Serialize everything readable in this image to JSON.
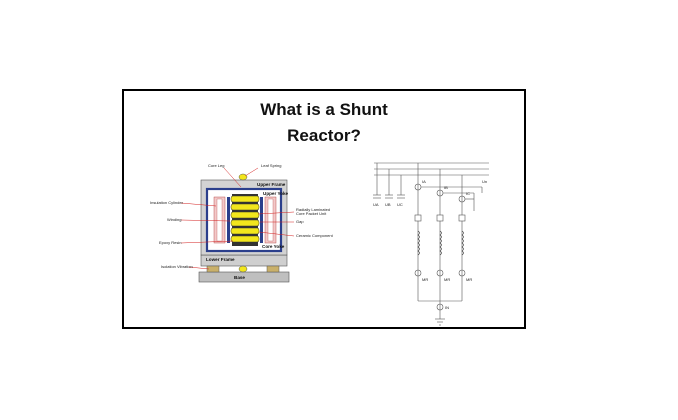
{
  "title_line1": "What is a Shunt",
  "title_line2": "Reactor?",
  "left_diagram": {
    "labels": {
      "core_leg": "Core Leg",
      "leaf_spring": "Leaf Spring",
      "upper_frame": "Upper Frame",
      "upper_yoke": "Upper Yoke",
      "insulation_cylinder": "Insulation Cylinder",
      "winding": "Winding",
      "radially_laminated_1": "Radially Laminated",
      "radially_laminated_2": "Core Packet Unit",
      "gap": "Gap",
      "epoxy_resin": "Epoxy Resin",
      "ceramic_component": "Ceramic Component",
      "core_yoke": "Core Yoke",
      "lower_frame": "Lower Frame",
      "isolation_vibration": "Isolation Vibration",
      "base": "Base"
    }
  },
  "right_diagram": {
    "labels": {
      "ua": "UA",
      "ub": "UB",
      "uc": "UC",
      "ia": "IA",
      "ib": "IB",
      "ic": "IC",
      "un": "Un",
      "mr": "MR",
      "in": "IN"
    }
  },
  "colors": {
    "frame_gray": "#d0d0d0",
    "yoke_blue": "#2b3f8c",
    "winding_yellow": "#f2e61c",
    "core_dark": "#333333",
    "cylinder_pink": "#f3c9c9",
    "accent_red": "#d42020",
    "base_tan": "#c9b06a"
  }
}
